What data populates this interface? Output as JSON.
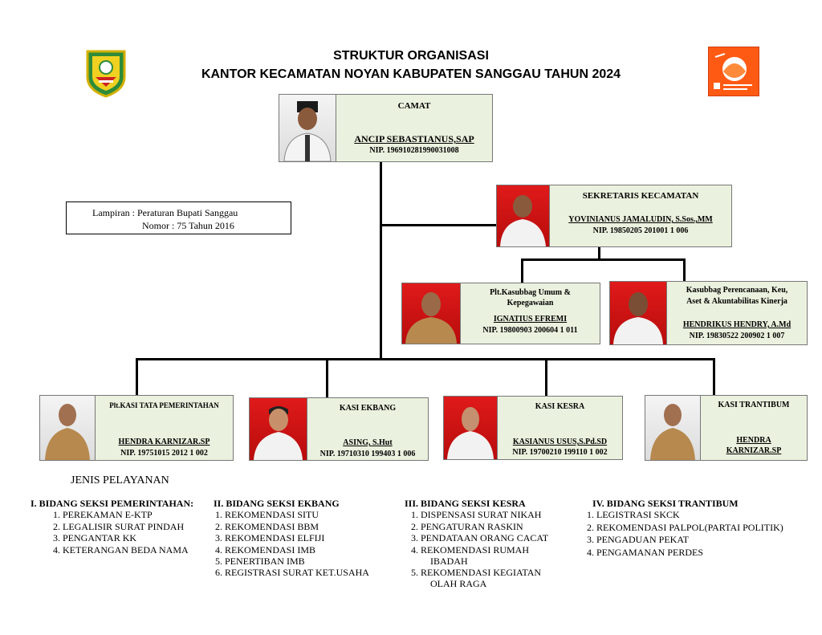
{
  "header": {
    "title_line1": "STRUKTUR ORGANISASI",
    "title_line2": "KANTOR KECAMATAN NOYAN KABUPATEN SANGGAU TAHUN 2024"
  },
  "lampiran": {
    "line1": "Lampiran : Peraturan Bupati Sanggau",
    "line2": "Nomor : 75 Tahun 2016"
  },
  "camat": {
    "position": "CAMAT",
    "name": "ANCIP SEBASTIANUS,SAP",
    "nip": "NIP. 196910281990031008"
  },
  "sekretaris": {
    "position": "SEKRETARIS KECAMATAN",
    "name": "YOVINIANUS JAMALUDIN, S.Sos.,MM",
    "nip": "NIP. 19850205 201001 1 006"
  },
  "kasubbag_umum": {
    "position_line1": "Plt.Kasubbag Umum &",
    "position_line2": "Kepegawaian",
    "name": "IGNATIUS EFREMI",
    "nip": "NIP. 19800903 200604 1 011"
  },
  "kasubbag_perencanaan": {
    "position_line1": "Kasubbag Perencanaan, Keu,",
    "position_line2": "Aset & Akuntabilitas Kinerja",
    "name": "HENDRIKUS HENDRY, A.Md",
    "nip": "NIP. 19830522 200902 1 007"
  },
  "kasi_pem": {
    "position": "Plt.KASI TATA PEMERINTAHAN",
    "name": "HENDRA KARNIZAR.SP",
    "nip": "NIP. 19751015 2012 1 002"
  },
  "kasi_ekbang": {
    "position": "KASI EKBANG",
    "name": "ASING, S.Hut",
    "nip": "NIP. 19710310 199403 1 006"
  },
  "kasi_kesra": {
    "position": "KASI KESRA",
    "name": "KASIANUS USUS,S.Pd.SD",
    "nip": "NIP. 19700210 199110 1 002"
  },
  "kasi_trantibum": {
    "position": "KASI TRANTIBUM",
    "name_line1": "HENDRA",
    "name_line2": "KARNIZAR.SP"
  },
  "services": {
    "heading": "JENIS PELAYANAN",
    "col1": {
      "title": "I.  BIDANG SEKSI PEMERINTAHAN:",
      "items": [
        "1.    PEREKAMAN E-KTP",
        "2.    LEGALISIR SURAT PINDAH",
        "3.    PENGANTAR KK",
        "4.    KETERANGAN BEDA NAMA"
      ]
    },
    "col2": {
      "title": "II.  BIDANG SEKSI EKBANG",
      "items": [
        "1.  REKOMENDASI SITU",
        "2.  REKOMENDASI BBM",
        "3.  REKOMENDASI ELFIJI",
        "4.  REKOMENDASI IMB",
        "5.  PENERTIBAN IMB",
        "6.  REGISTRASI SURAT KET.USAHA"
      ]
    },
    "col3": {
      "title": "III.    BIDANG SEKSI KESRA",
      "items": [
        "1.    DISPENSASI SURAT NIKAH",
        "2.    PENGATURAN RASKIN",
        "3.    PENDATAAN ORANG CACAT",
        "4.    REKOMENDASI RUMAH",
        "IBADAH",
        "5.    REKOMENDASI KEGIATAN",
        "OLAH RAGA"
      ]
    },
    "col4": {
      "title": "IV.   BIDANG SEKSI TRANTIBUM",
      "items": [
        "1.  LEGISTRASI SKCK",
        "2.  REKOMENDASI PALPOL(PARTAI POLITIK)",
        "3.  PENGADUAN PEKAT",
        "4.  PENGAMANAN PERDES"
      ]
    }
  },
  "colors": {
    "box_fill": "#eaf1de",
    "red_backdrop": "#d71414",
    "uniform_khaki": "#b7894f",
    "logo_orange": "#ff5a14",
    "logo_green": "#2e8b3a"
  },
  "icons": {
    "left_logo": "regency-shield-emblem",
    "right_logo": "bangga-kencana-logo",
    "photos": "person-portrait-icon"
  }
}
